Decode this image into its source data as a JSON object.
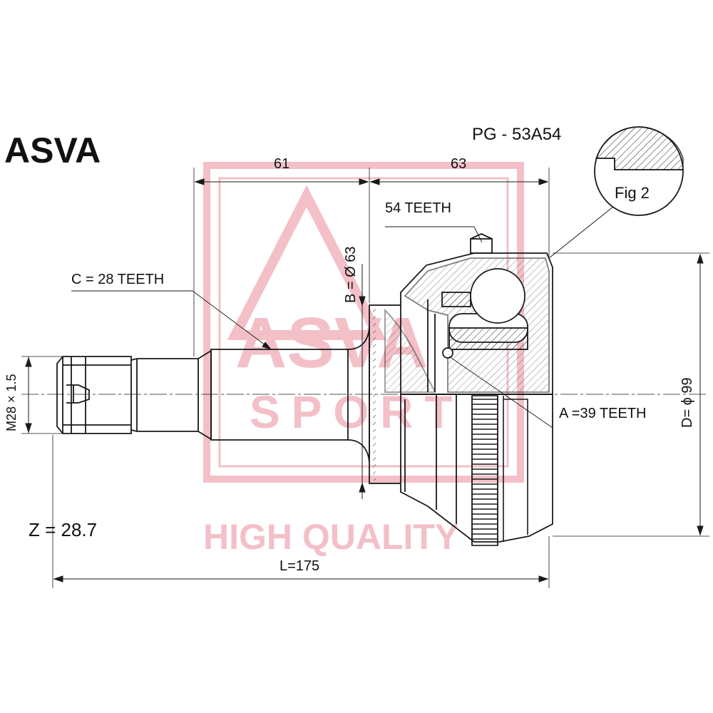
{
  "brand": "ASVA",
  "part_number": "PG - 53A54",
  "figure_label": "Fig 2",
  "dimensions": {
    "shaft_length": "61",
    "body_length": "63",
    "bearing_diameter": "B = Ø 63",
    "outer_diameter": "D= ϕ 99",
    "thread": "M28 × 1.5",
    "total_length": "L=175",
    "z_value": "Z = 28.7"
  },
  "teeth": {
    "abs_ring": "54 TEETH",
    "shaft_spline": "C  = 28 TEETH",
    "inner_spline": "A =39 TEETH"
  },
  "watermark": {
    "logo_text": "ASVA",
    "logo_sub": "SPORT",
    "tagline": "HIGH QUALITY"
  },
  "colors": {
    "line": "#1a1a1a",
    "watermark": "#f3c0c8"
  }
}
